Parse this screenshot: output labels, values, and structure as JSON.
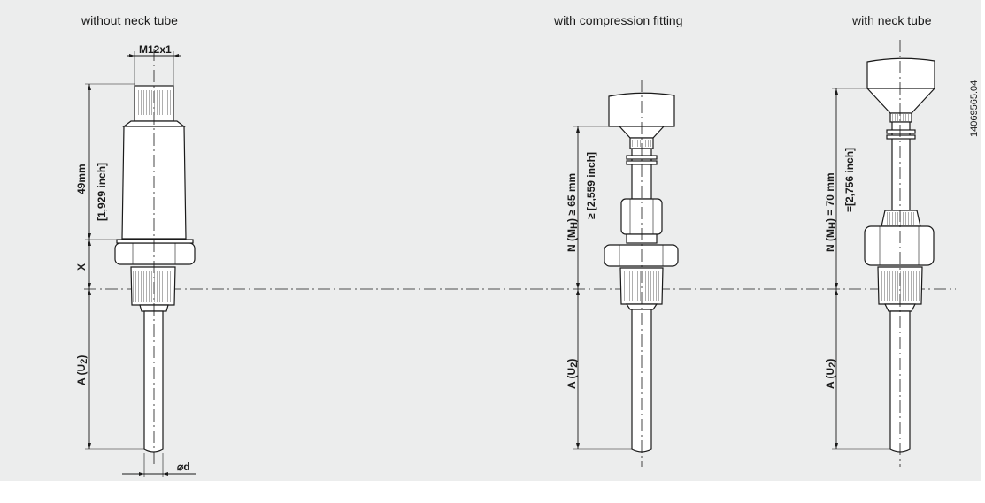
{
  "figures": {
    "left": {
      "title": "without neck tube",
      "thread_label": "M12x1",
      "housing_length_mm": "49mm",
      "housing_length_inch": "[1,929 inch]",
      "x_label": "X",
      "insertion_label": "A (U",
      "insertion_sub": "2",
      "insertion_close": ")",
      "diameter_label": "⌀d"
    },
    "middle": {
      "title": "with compression fitting",
      "neck_label": "N (M",
      "neck_sub": "H",
      "neck_mm": ")  ≥ 65 mm",
      "neck_inch": "≥ [2,559 inch]",
      "insertion_label": "A (U",
      "insertion_sub": "2",
      "insertion_close": ")"
    },
    "right": {
      "title": "with neck tube",
      "neck_label": "N (M",
      "neck_sub": "H",
      "neck_mm": ") = 70 mm",
      "neck_inch": "=[2,756 inch]",
      "insertion_label": "A (U",
      "insertion_sub": "2",
      "insertion_close": ")"
    }
  },
  "document_number": "14069565.04"
}
